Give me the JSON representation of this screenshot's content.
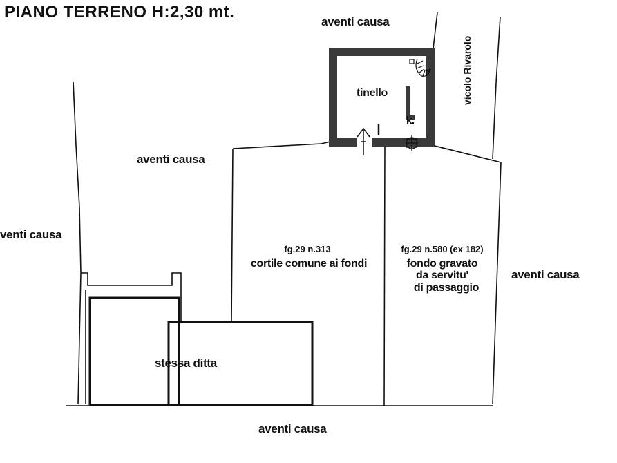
{
  "title": "PIANO TERRENO   H:2,30 mt.",
  "labels": {
    "aventi_top": "aventi causa",
    "aventi_upper_left": "aventi causa",
    "aventi_left": "venti causa",
    "aventi_right": "aventi causa",
    "aventi_bottom": "aventi causa",
    "street": "vicolo Rivarolo",
    "room": "tinello",
    "kitchen": "k.",
    "parcel_313_ref": "fg.29 n.313",
    "parcel_313_desc": "cortile comune ai fondi",
    "parcel_580_ref": "fg.29 n.580 (ex 182)",
    "parcel_580_desc_1": "fondo gravato",
    "parcel_580_desc_2": "da servitu'",
    "parcel_580_desc_3": "di passaggio",
    "same_owner": "stessa ditta"
  },
  "colors": {
    "ink": "#111111",
    "wall": "#3a3a3a",
    "paper": "#ffffff"
  }
}
